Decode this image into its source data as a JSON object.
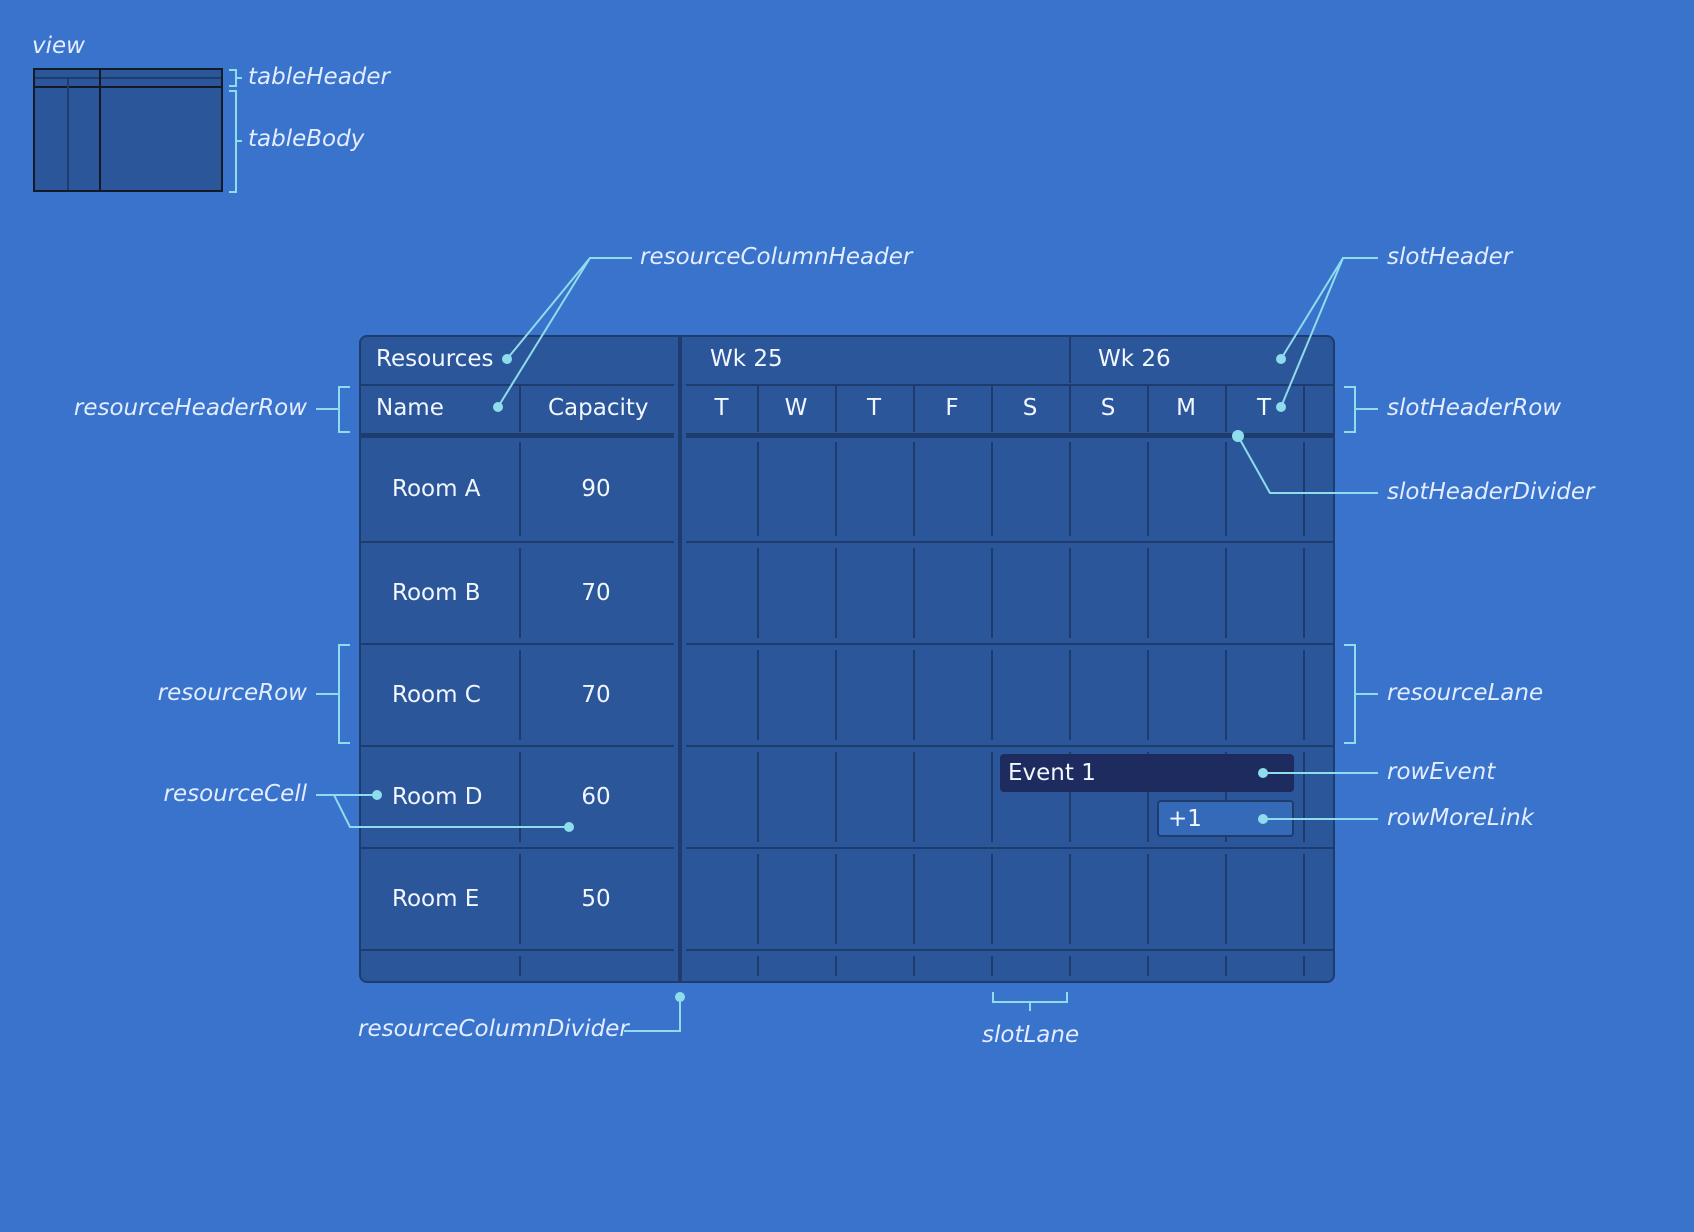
{
  "mini_view": {
    "label": "view",
    "annotations": [
      "tableHeader",
      "tableBody"
    ]
  },
  "table": {
    "resource_area_header": "Resources",
    "resource_columns": [
      "Name",
      "Capacity"
    ],
    "week_headers": [
      "Wk 25",
      "Wk 26"
    ],
    "slot_labels": [
      "T",
      "W",
      "T",
      "F",
      "S",
      "S",
      "M",
      "T"
    ],
    "resources": [
      {
        "name": "Room A",
        "capacity": "90"
      },
      {
        "name": "Room B",
        "capacity": "70"
      },
      {
        "name": "Room C",
        "capacity": "70"
      },
      {
        "name": "Room D",
        "capacity": "60"
      },
      {
        "name": "Room E",
        "capacity": "50"
      }
    ],
    "event": {
      "title": "Event 1"
    },
    "more_link": {
      "label": "+1"
    }
  },
  "annotations": {
    "resourceColumnHeader": "resourceColumnHeader",
    "slotHeader": "slotHeader",
    "resourceHeaderRow": "resourceHeaderRow",
    "slotHeaderRow": "slotHeaderRow",
    "slotHeaderDivider": "slotHeaderDivider",
    "resourceRow": "resourceRow",
    "resourceLane": "resourceLane",
    "resourceCell": "resourceCell",
    "rowEvent": "rowEvent",
    "rowMoreLink": "rowMoreLink",
    "resourceColumnDivider": "resourceColumnDivider",
    "slotLane": "slotLane"
  },
  "colors": {
    "background": "#3973cc",
    "table_bg": "#2b5699",
    "grid_line": "#1e3d6e",
    "event_bg": "#1e2b5f",
    "more_link_bg": "#356ab9",
    "annotation_line": "#8fdcec",
    "text": "#f2f6ff"
  }
}
